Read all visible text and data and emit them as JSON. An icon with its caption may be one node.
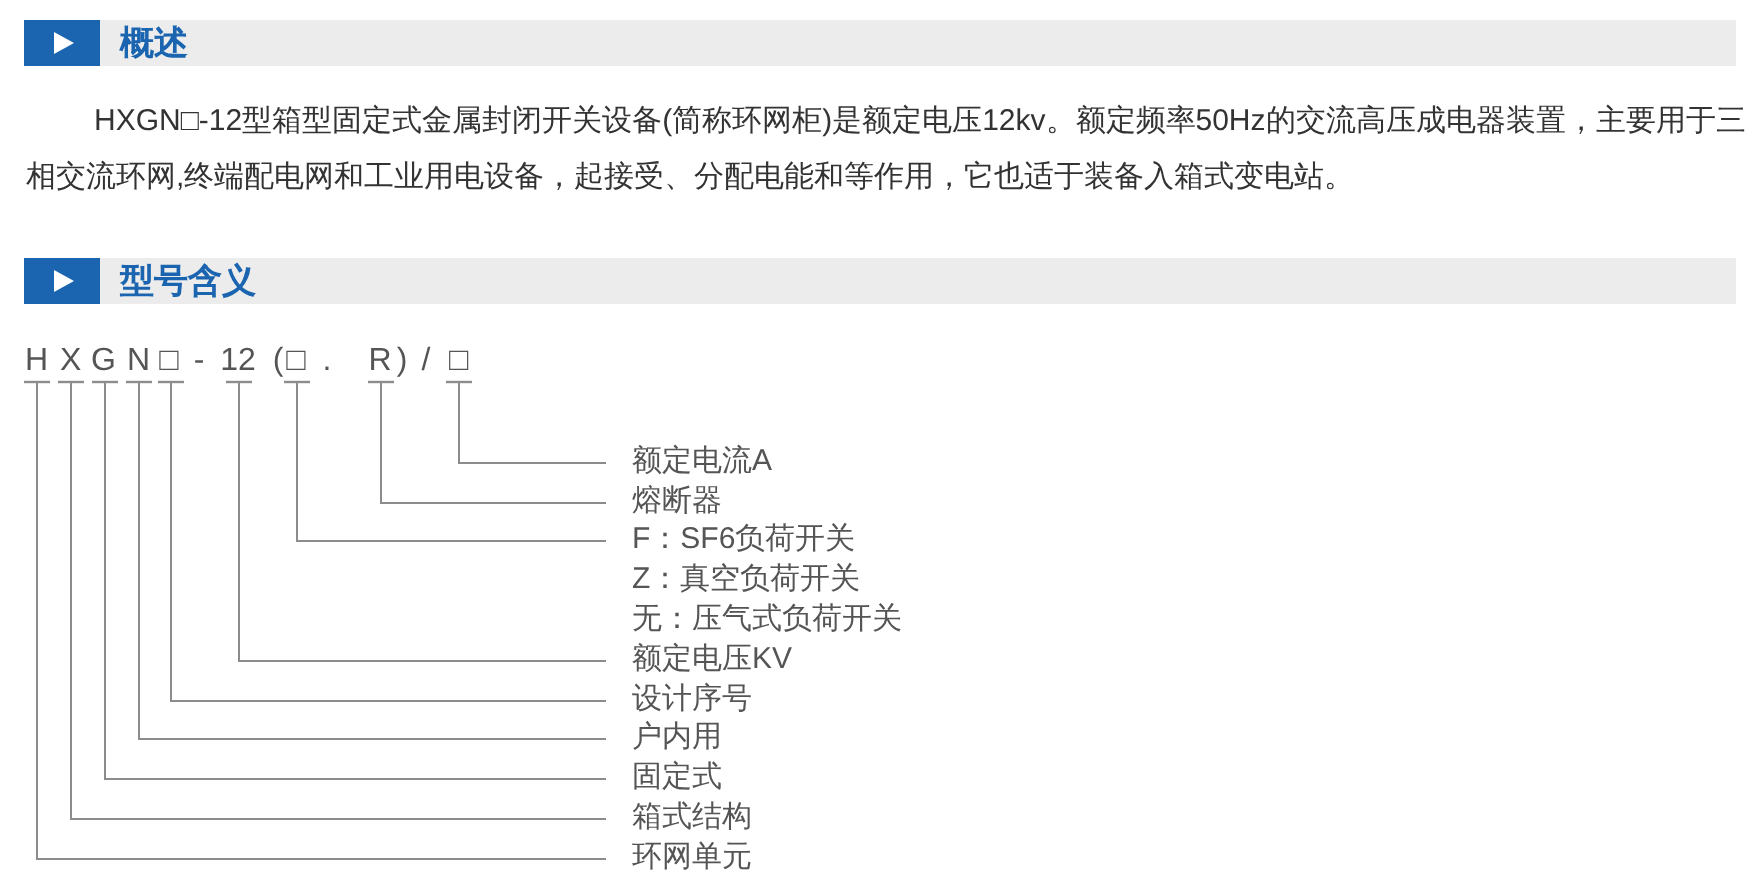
{
  "diagram": {
    "nodes": [
      {
        "text": [
          "概述"
        ]
      },
      {
        "text": [
          "型号含义"
        ]
      },
      {
        "text": [
          "H"
        ]
      },
      {
        "text": [
          "X"
        ]
      },
      {
        "text": [
          "G"
        ]
      },
      {
        "text": [
          "N"
        ]
      },
      {
        "text": [
          "□"
        ]
      },
      {
        "text": [
          "12"
        ]
      },
      {
        "text": [
          "□"
        ]
      },
      {
        "text": [
          "R"
        ]
      },
      {
        "text": [
          "□"
        ]
      },
      {
        "text": [
          "额定电流A"
        ]
      },
      {
        "text": [
          "熔断器"
        ]
      },
      {
        "text": [
          "F：SF6负荷开关"
        ]
      },
      {
        "text": [
          "额定电压KV"
        ]
      },
      {
        "text": [
          "设计序号"
        ]
      },
      {
        "text": [
          "户内用"
        ]
      },
      {
        "text": [
          "固定式"
        ]
      },
      {
        "text": [
          "箱式结构"
        ]
      },
      {
        "text": [
          "环网单元"
        ]
      }
    ],
    "edges": [
      {
        "from": 2,
        "to": 19,
        "arrow": "other"
      },
      {
        "from": 3,
        "to": 18,
        "arrow": "other"
      },
      {
        "from": 4,
        "to": 17,
        "arrow": "other"
      },
      {
        "from": 5,
        "to": 16,
        "arrow": "other"
      },
      {
        "from": 6,
        "to": 15,
        "arrow": "other"
      },
      {
        "from": 7,
        "to": 14,
        "arrow": "other"
      },
      {
        "from": 8,
        "to": 13,
        "arrow": "other"
      },
      {
        "from": 9,
        "to": 12,
        "arrow": "other"
      },
      {
        "from": 10,
        "to": 11,
        "arrow": "other"
      }
    ],
    "labels": [
      "HXGN□-12型箱型固定式金属封闭开关设备(简称环网柜)是额定电压12kv。额定频率50Hz的交流高压成电器装置，主要用于三相交流环网,终端配电网和工业用电设备，起接受、分配电能和等作用，它也适于装备入箱式变电站。",
      "-",
      "(",
      ".",
      ")",
      "/",
      "Z：真空负荷开关",
      "无：压气式负荷开关"
    ]
  }
}
